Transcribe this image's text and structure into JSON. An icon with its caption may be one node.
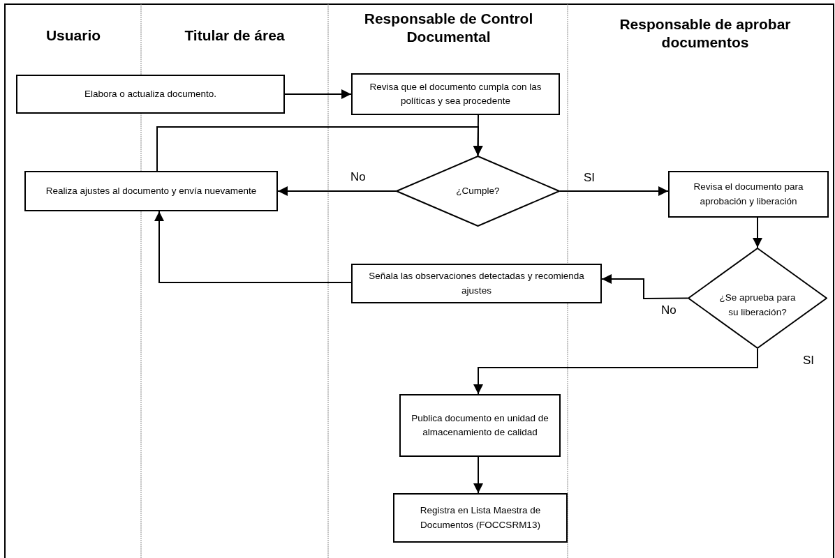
{
  "diagram": {
    "nodes": [
      {
        "text": [
          "Elabora o actualiza documento."
        ]
      },
      {
        "text": [
          "Revisa que el documento cumpla con las políticas y sea procedente"
        ]
      },
      {
        "text": [
          "Realiza ajustes al documento y envía nuevamente"
        ]
      },
      {
        "text": [
          "¿Cumple?"
        ]
      },
      {
        "text": [
          "Revisa el documento para aprobación y liberación"
        ]
      },
      {
        "text": [
          "Señala las observaciones detectadas y recomienda ajustes"
        ]
      },
      {
        "text": [
          "¿Se aprueba para su liberación?"
        ]
      },
      {
        "text": [
          "Publica documento en unidad de almacenamiento de calidad"
        ]
      },
      {
        "text": [
          "Registra en Lista Maestra de Documentos (FOCCSRM13)"
        ]
      }
    ],
    "edges": [
      {
        "from": 0,
        "to": 1,
        "arrow": "to"
      },
      {
        "from": 1,
        "to": 3,
        "arrow": "to"
      },
      {
        "from": 2,
        "to": 3,
        "arrow": "to"
      },
      {
        "from": 3,
        "to": 2,
        "arrow": "to",
        "label": "No"
      },
      {
        "from": 3,
        "to": 4,
        "arrow": "to",
        "label": "SI"
      },
      {
        "from": 4,
        "to": 6,
        "arrow": "to"
      },
      {
        "from": 6,
        "to": 5,
        "arrow": "to",
        "label": "No"
      },
      {
        "from": 5,
        "to": 2,
        "arrow": "to"
      },
      {
        "from": 6,
        "to": 7,
        "arrow": "to",
        "label": "SI"
      },
      {
        "from": 7,
        "to": 8,
        "arrow": "to"
      }
    ],
    "labels": [
      "Usuario",
      "Titular de área",
      "Responsable de Control Documental",
      "Responsable de aprobar documentos"
    ]
  }
}
